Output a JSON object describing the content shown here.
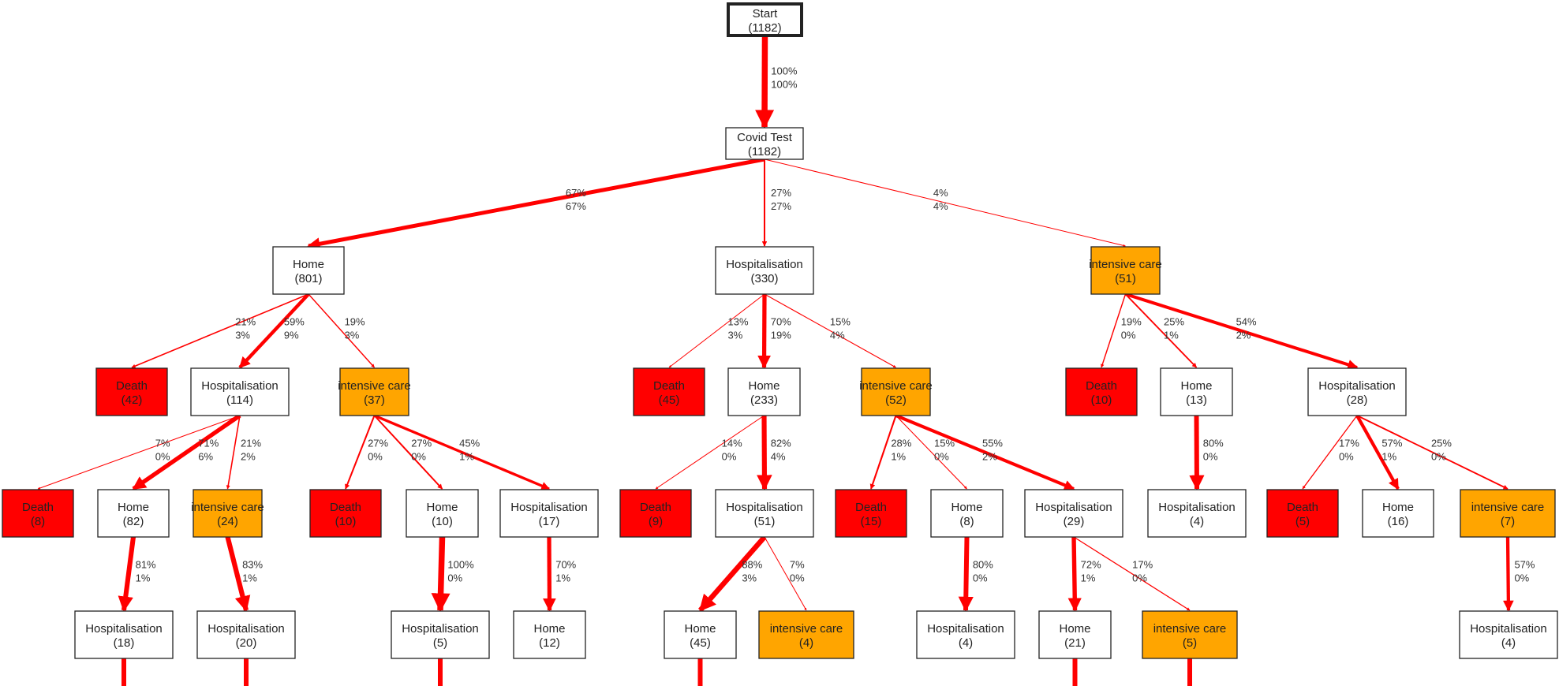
{
  "colors": {
    "edge": "#ff0000",
    "death": "#ff0000",
    "intensive_care": "#ffa500",
    "default": "#ffffff",
    "border": "#222222"
  },
  "nodes": [
    {
      "id": "start",
      "name": "Start",
      "count": "(1182)",
      "kind": "start"
    },
    {
      "id": "covid",
      "name": "Covid Test",
      "count": "(1182)",
      "kind": "default"
    },
    {
      "id": "home_a",
      "name": "Home",
      "count": "(801)",
      "kind": "default"
    },
    {
      "id": "hosp_b",
      "name": "Hospitalisation",
      "count": "(330)",
      "kind": "default"
    },
    {
      "id": "ic_c",
      "name": "intensive care",
      "count": "(51)",
      "kind": "intensive_care"
    },
    {
      "id": "death_a1",
      "name": "Death",
      "count": "(42)",
      "kind": "death"
    },
    {
      "id": "hosp_a2",
      "name": "Hospitalisation",
      "count": "(114)",
      "kind": "default"
    },
    {
      "id": "ic_a3",
      "name": "intensive care",
      "count": "(37)",
      "kind": "intensive_care"
    },
    {
      "id": "death_b1",
      "name": "Death",
      "count": "(45)",
      "kind": "death"
    },
    {
      "id": "home_b2",
      "name": "Home",
      "count": "(233)",
      "kind": "default"
    },
    {
      "id": "ic_b3",
      "name": "intensive care",
      "count": "(52)",
      "kind": "intensive_care"
    },
    {
      "id": "death_c1",
      "name": "Death",
      "count": "(10)",
      "kind": "death"
    },
    {
      "id": "home_c2",
      "name": "Home",
      "count": "(13)",
      "kind": "default"
    },
    {
      "id": "hosp_c3",
      "name": "Hospitalisation",
      "count": "(28)",
      "kind": "default"
    },
    {
      "id": "death_l4a",
      "name": "Death",
      "count": "(8)",
      "kind": "death"
    },
    {
      "id": "home_l4b",
      "name": "Home",
      "count": "(82)",
      "kind": "default"
    },
    {
      "id": "ic_l4c",
      "name": "intensive care",
      "count": "(24)",
      "kind": "intensive_care"
    },
    {
      "id": "death_l4d",
      "name": "Death",
      "count": "(10)",
      "kind": "death"
    },
    {
      "id": "home_l4e",
      "name": "Home",
      "count": "(10)",
      "kind": "default"
    },
    {
      "id": "hosp_l4f",
      "name": "Hospitalisation",
      "count": "(17)",
      "kind": "default"
    },
    {
      "id": "death_l4g",
      "name": "Death",
      "count": "(9)",
      "kind": "death"
    },
    {
      "id": "hosp_l4h",
      "name": "Hospitalisation",
      "count": "(51)",
      "kind": "default"
    },
    {
      "id": "death_l4i",
      "name": "Death",
      "count": "(15)",
      "kind": "death"
    },
    {
      "id": "home_l4j",
      "name": "Home",
      "count": "(8)",
      "kind": "default"
    },
    {
      "id": "hosp_l4k",
      "name": "Hospitalisation",
      "count": "(29)",
      "kind": "default"
    },
    {
      "id": "hosp_l4l",
      "name": "Hospitalisation",
      "count": "(4)",
      "kind": "default"
    },
    {
      "id": "death_l4m",
      "name": "Death",
      "count": "(5)",
      "kind": "death"
    },
    {
      "id": "home_l4n",
      "name": "Home",
      "count": "(16)",
      "kind": "default"
    },
    {
      "id": "ic_l4o",
      "name": "intensive care",
      "count": "(7)",
      "kind": "intensive_care"
    },
    {
      "id": "hosp_l5a",
      "name": "Hospitalisation",
      "count": "(18)",
      "kind": "default"
    },
    {
      "id": "hosp_l5b",
      "name": "Hospitalisation",
      "count": "(20)",
      "kind": "default"
    },
    {
      "id": "hosp_l5c",
      "name": "Hospitalisation",
      "count": "(5)",
      "kind": "default"
    },
    {
      "id": "home_l5d",
      "name": "Home",
      "count": "(12)",
      "kind": "default"
    },
    {
      "id": "home_l5e",
      "name": "Home",
      "count": "(45)",
      "kind": "default"
    },
    {
      "id": "ic_l5f",
      "name": "intensive care",
      "count": "(4)",
      "kind": "intensive_care"
    },
    {
      "id": "hosp_l5g",
      "name": "Hospitalisation",
      "count": "(4)",
      "kind": "default"
    },
    {
      "id": "home_l5h",
      "name": "Home",
      "count": "(21)",
      "kind": "default"
    },
    {
      "id": "ic_l5i",
      "name": "intensive care",
      "count": "(5)",
      "kind": "intensive_care"
    },
    {
      "id": "hosp_l5j",
      "name": "Hospitalisation",
      "count": "(4)",
      "kind": "default"
    }
  ],
  "edges": [
    {
      "from": "start",
      "to": "covid",
      "p1": "100%",
      "p2": "100%"
    },
    {
      "from": "covid",
      "to": "home_a",
      "p1": "67%",
      "p2": "67%"
    },
    {
      "from": "covid",
      "to": "hosp_b",
      "p1": "27%",
      "p2": "27%"
    },
    {
      "from": "covid",
      "to": "ic_c",
      "p1": "4%",
      "p2": "4%"
    },
    {
      "from": "home_a",
      "to": "death_a1",
      "p1": "21%",
      "p2": "3%"
    },
    {
      "from": "home_a",
      "to": "hosp_a2",
      "p1": "59%",
      "p2": "9%"
    },
    {
      "from": "home_a",
      "to": "ic_a3",
      "p1": "19%",
      "p2": "3%"
    },
    {
      "from": "hosp_b",
      "to": "death_b1",
      "p1": "13%",
      "p2": "3%"
    },
    {
      "from": "hosp_b",
      "to": "home_b2",
      "p1": "70%",
      "p2": "19%"
    },
    {
      "from": "hosp_b",
      "to": "ic_b3",
      "p1": "15%",
      "p2": "4%"
    },
    {
      "from": "ic_c",
      "to": "death_c1",
      "p1": "19%",
      "p2": "0%"
    },
    {
      "from": "ic_c",
      "to": "home_c2",
      "p1": "25%",
      "p2": "1%"
    },
    {
      "from": "ic_c",
      "to": "hosp_c3",
      "p1": "54%",
      "p2": "2%"
    },
    {
      "from": "hosp_a2",
      "to": "death_l4a",
      "p1": "7%",
      "p2": "0%"
    },
    {
      "from": "hosp_a2",
      "to": "home_l4b",
      "p1": "71%",
      "p2": "6%"
    },
    {
      "from": "hosp_a2",
      "to": "ic_l4c",
      "p1": "21%",
      "p2": "2%"
    },
    {
      "from": "ic_a3",
      "to": "death_l4d",
      "p1": "27%",
      "p2": "0%"
    },
    {
      "from": "ic_a3",
      "to": "home_l4e",
      "p1": "27%",
      "p2": "0%"
    },
    {
      "from": "ic_a3",
      "to": "hosp_l4f",
      "p1": "45%",
      "p2": "1%"
    },
    {
      "from": "home_b2",
      "to": "death_l4g",
      "p1": "14%",
      "p2": "0%"
    },
    {
      "from": "home_b2",
      "to": "hosp_l4h",
      "p1": "82%",
      "p2": "4%"
    },
    {
      "from": "ic_b3",
      "to": "death_l4i",
      "p1": "28%",
      "p2": "1%"
    },
    {
      "from": "ic_b3",
      "to": "home_l4j",
      "p1": "15%",
      "p2": "0%"
    },
    {
      "from": "ic_b3",
      "to": "hosp_l4k",
      "p1": "55%",
      "p2": "2%"
    },
    {
      "from": "home_c2",
      "to": "hosp_l4l",
      "p1": "80%",
      "p2": "0%"
    },
    {
      "from": "hosp_c3",
      "to": "death_l4m",
      "p1": "17%",
      "p2": "0%"
    },
    {
      "from": "hosp_c3",
      "to": "home_l4n",
      "p1": "57%",
      "p2": "1%"
    },
    {
      "from": "hosp_c3",
      "to": "ic_l4o",
      "p1": "25%",
      "p2": "0%"
    },
    {
      "from": "home_l4b",
      "to": "hosp_l5a",
      "p1": "81%",
      "p2": "1%"
    },
    {
      "from": "ic_l4c",
      "to": "hosp_l5b",
      "p1": "83%",
      "p2": "1%"
    },
    {
      "from": "home_l4e",
      "to": "hosp_l5c",
      "p1": "100%",
      "p2": "0%"
    },
    {
      "from": "hosp_l4f",
      "to": "home_l5d",
      "p1": "70%",
      "p2": "1%"
    },
    {
      "from": "hosp_l4h",
      "to": "home_l5e",
      "p1": "88%",
      "p2": "3%"
    },
    {
      "from": "hosp_l4h",
      "to": "ic_l5f",
      "p1": "7%",
      "p2": "0%"
    },
    {
      "from": "home_l4j",
      "to": "hosp_l5g",
      "p1": "80%",
      "p2": "0%"
    },
    {
      "from": "hosp_l4k",
      "to": "home_l5h",
      "p1": "72%",
      "p2": "1%"
    },
    {
      "from": "hosp_l4k",
      "to": "ic_l5i",
      "p1": "17%",
      "p2": "0%"
    },
    {
      "from": "ic_l4o",
      "to": "hosp_l5j",
      "p1": "57%",
      "p2": "0%"
    }
  ]
}
